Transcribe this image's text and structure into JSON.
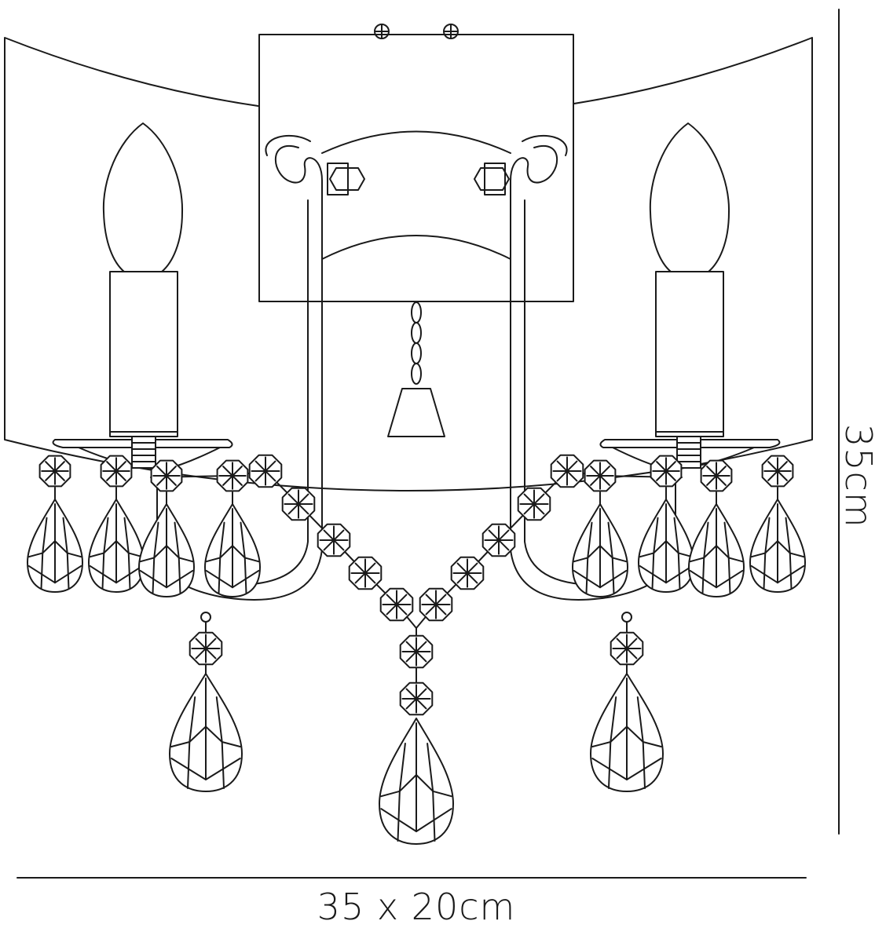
{
  "diagram": {
    "dimensions": {
      "width_depth": "35 x 20cm",
      "height": "35cm"
    },
    "colors": {
      "line": "#1a1a1a",
      "background": "#ffffff"
    },
    "parts": {
      "candles": 2,
      "small_drops_per_arm": 4,
      "large_drops": 3
    }
  }
}
